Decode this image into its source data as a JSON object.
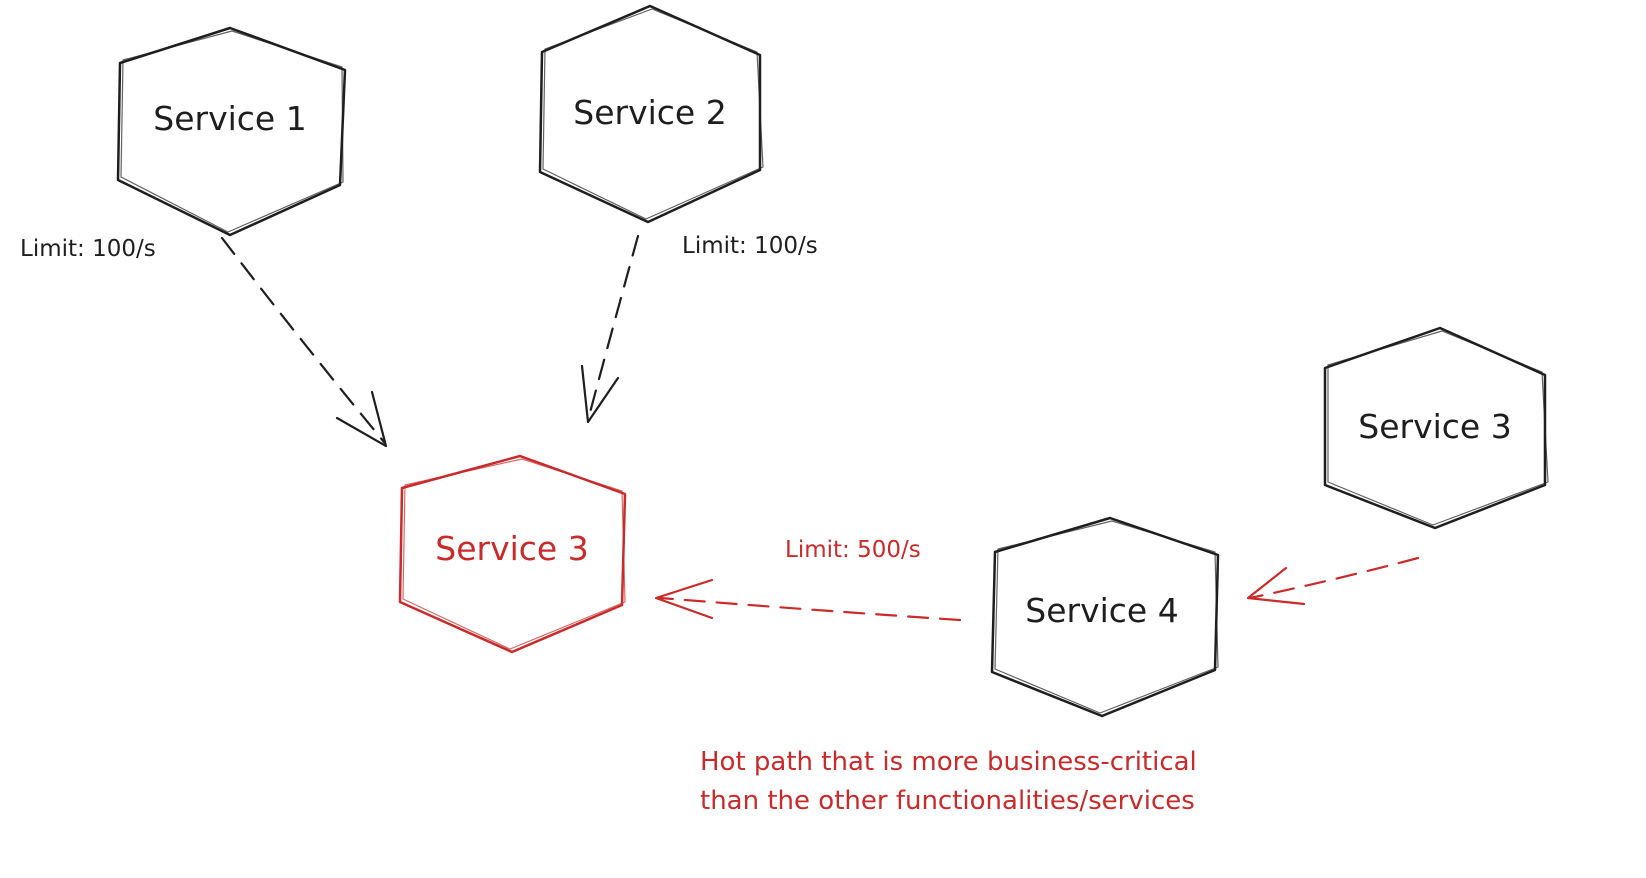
{
  "colors": {
    "ink": "#1e1e1e",
    "accent": "#c92a2a"
  },
  "nodes": [
    {
      "id": "service-1",
      "label": "Service 1",
      "color": "ink"
    },
    {
      "id": "service-2",
      "label": "Service 2",
      "color": "ink"
    },
    {
      "id": "service-3-target",
      "label": "Service 3",
      "color": "accent"
    },
    {
      "id": "service-3-source",
      "label": "Service 3",
      "color": "ink"
    },
    {
      "id": "service-4",
      "label": "Service 4",
      "color": "ink"
    }
  ],
  "edges": [
    {
      "from": "service-1",
      "to": "service-3-target",
      "label": "Limit: 100/s",
      "color": "ink"
    },
    {
      "from": "service-2",
      "to": "service-3-target",
      "label": "Limit: 100/s",
      "color": "ink"
    },
    {
      "from": "service-4",
      "to": "service-3-target",
      "label": "Limit: 500/s",
      "color": "accent"
    },
    {
      "from": "service-3-source",
      "to": "service-4",
      "label": "",
      "color": "accent"
    }
  ],
  "note": {
    "lines": [
      "Hot path that is more business-critical",
      "than the other functionalities/services"
    ],
    "color": "accent"
  }
}
